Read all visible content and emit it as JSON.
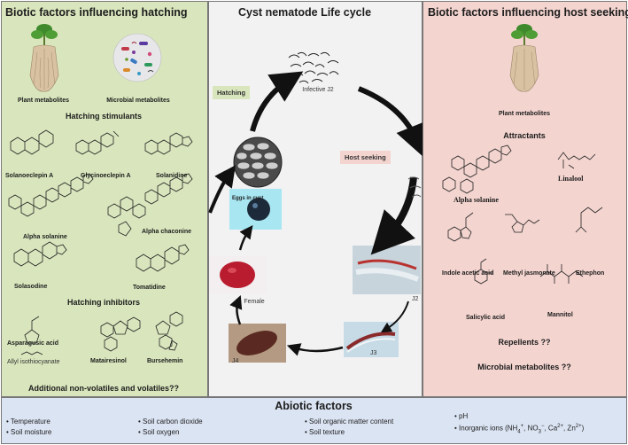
{
  "left": {
    "title": "Biotic factors influencing hatching",
    "plant_metabolites": "Plant metabolites",
    "microbial_metabolites": "Microbial metabolites",
    "stimulants_header": "Hatching stimulants",
    "stimulants": [
      "Solanoeclepin A",
      "Glycinoeclepin A",
      "Solanidine",
      "Alpha solanine",
      "Alpha chaconine",
      "Solasodine",
      "Tomatidine"
    ],
    "inhibitors_header": "Hatching inhibitors",
    "inhibitors": [
      "Asparagusic acid",
      "Allyl isothiocyanate",
      "Matairesinol",
      "Bursehemin"
    ],
    "additional": "Additional non-volatiles and volatiles??"
  },
  "center": {
    "title": "Cyst nematode Life cycle",
    "hatching": "Hatching",
    "host_seeking": "Host seeking",
    "infective": "Infective J2",
    "eggs": "Eggs in cyst",
    "female": "Female",
    "j2": "J2",
    "j3": "J3",
    "j4": "J4"
  },
  "right": {
    "title": "Biotic factors influencing host seeking",
    "plant_metabolites": "Plant metabolites",
    "attractants_header": "Attractants",
    "attractants": [
      "Alpha solanine",
      "Linalool",
      "Indole acetic acid",
      "Methyl jasmonate",
      "Ethephon",
      "Salicylic acid",
      "Mannitol"
    ],
    "repellents": "Repellents ??",
    "microbial": "Microbial metabolites ??"
  },
  "abiotic": {
    "title": "Abiotic factors",
    "col1": [
      "Temperature",
      "Soil moisture"
    ],
    "col2": [
      "Soil carbon dioxide",
      "Soil oxygen"
    ],
    "col3": [
      "Soil organic matter content",
      "Soil texture"
    ],
    "col4_pH": "pH",
    "col4_ions_label": "Inorganic ions (",
    "col4_ions": [
      "NH",
      "4",
      "+",
      ", NO",
      "3",
      "−",
      ", Ca",
      "2+",
      ", Zn",
      "2+",
      ")"
    ]
  },
  "colors": {
    "left_bg": "#d9e6bd",
    "center_bg": "#f2f2f2",
    "right_bg": "#f3d4cf",
    "abiotic_bg": "#dbe4f3",
    "arrow": "#111111"
  }
}
